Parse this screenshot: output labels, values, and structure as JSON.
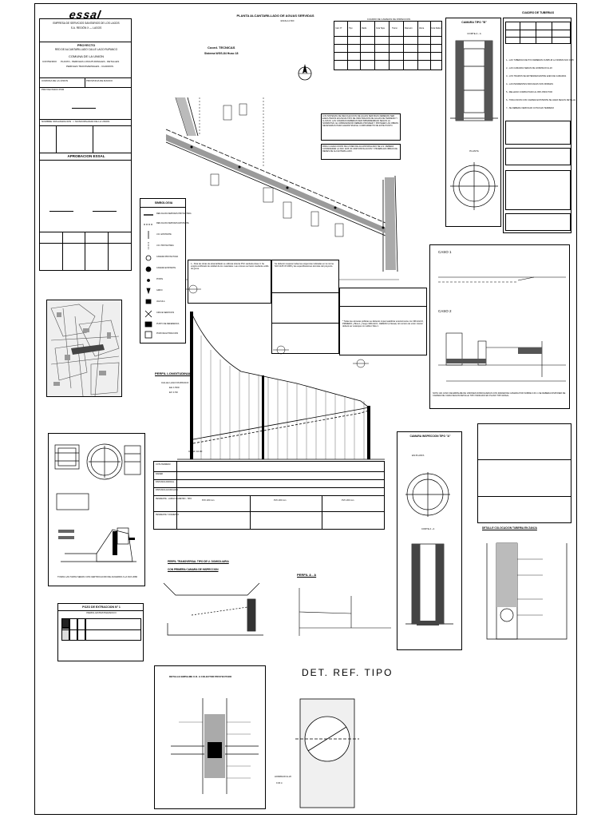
{
  "title_block": {
    "logo": "essal",
    "company_line_1": "EMPRESA DE SERVICIOS SANITARIOS DE LOS LAGOS",
    "company_line_2": "S.A. REGIÓN X — LAGOS",
    "proyecto_label": "PROYECTO",
    "proyecto_name": "RED DE ALCANTARILLADO CALLE LAGO RUPANCO",
    "comuna": "COMUNA DE LA UNION",
    "contenido_label": "CONTENIDO",
    "contenido_1": "PLANTA - PERFILES LONGITUDINALES - DETALLES",
    "contenido_2": "PERFILES TRANSVERSALES - CUADROS",
    "comuna_field": "COMUNA DE LA UNION",
    "provincia_field": "PROVINCIA DE RANCO",
    "proyectado_por": "PROYECTADO POR",
    "nombre_org": "NOMBRE ORGANIZACION : I. MUNICIPALIDAD DE LA UNION",
    "aprobacion": "APROBACION ESSAL"
  },
  "plan": {
    "title": "PLANTA ALCANTARILLADO DE AGUAS SERVIDAS",
    "subtitle": "ESCALA 1:500",
    "note_top": "Coord. TECNICAS",
    "note_sub": "Sistema WGS-84 Huso 18",
    "note_block": "LOS SISTEMAS DE RECOLECCION DE AGUAS SERVIDAS DEBERAN SER EJECUTADOS EN ZANJA TIPO DE INFILTRACION DE AGUAS DE TERRENO Y LLUVIAS. LAS CAMARAS DEBERAN SER IMPERMEABLES SEGUN LA NORMATIVA. EL URBANIZADOR DEBERA PROVEER Y PROVEER LAS OBRAS NECESARIAS PARA GARANTIZAR EL CUMPLIMIENTO DE ESTE PUNTO.",
    "note_block_2": "PARA LA EJECUCION DE LA RED DE ALCANTARILLADO SE A.S. DEBERA CONSIDERAR LA NCh 1105 OF 2008 INSTALACION Y PRUEBA EN OBRAS DE REDES DE ALCANTARILLADO."
  },
  "camaras_table": {
    "title": "CUADRO DE CAMARAS DE INSPECCION",
    "headers": [
      "Cam N°",
      "Tipo",
      "Radio",
      "Cota Tapa",
      "Tramo",
      "Diametro",
      "Altura",
      "Cota Radier"
    ]
  },
  "camara_b": {
    "title": "CAMARA TIPO \"B\"",
    "corte": "CORTE A - A",
    "planta": "PLANTA"
  },
  "tuberias": {
    "title": "CUADRO DE TUBERIAS",
    "notes": [
      "1.- LAS TUBERIAS DE PVC DEBERAN CUMPLIR LA NORMA NCh 1635",
      "2.- LAS CAMARAS SERAN DE HORMIGON H-20",
      "3.- LOS TRAMOS SE ENTIENDEN ENTRE EJES DE CAMARAS",
      "4.- LAS PENDIENTES INDICADAS SON MINIMAS",
      "5.- RELLENO COMPACTADO AL 95% PROCTOR",
      "6.- TODA UNION CON CAMARA EXISTENTE SE HARA SEGUN DETALLE",
      "7.- SE DEBERA VERIFICAR COTAS EN TERRENO"
    ]
  },
  "simbologia": {
    "title": "SIMBOLOGIA",
    "items": [
      "RED AGUAS SERVIDAS PROYECTADA",
      "RED AGUAS SERVIDAS EXISTENTE",
      "U.D. EXISTENTE",
      "U.D. PROYECTADA",
      "CAMARA PROYECTADA",
      "CAMARA EXISTENTE",
      "POSTE",
      "GRIFO",
      "VALVULA",
      "CRUCE SERVICIOS",
      "PUNTO DE REFERENCIA",
      "POZO DE EXTRACCION"
    ]
  },
  "notes_mid": {
    "n1": "1.- Para las obras de alcantarillado se utilizara tubería PVC sanitaria clase II. Se exigirá certificado de calidad de los materiales. Las uniones se harán mediante anillo de goma.",
    "n2": "Se deberán respetar todas las exigencias indicadas en la norma NCh 1105 Of 2008 y las especificaciones técnicas del proyecto.",
    "n3": "* Todas las cámaras públicas se deberán impermeabilizar exteriormente con 3M E ECO, PRIMERO y Brea 1 y luego 3MG ECO, CERESO (2 llanas). El mortero de unión interior deberá ser estanque con aditivo Sika 1."
  },
  "profile": {
    "title": "PERFIL LONGITUDINAL",
    "subtitle": "CALLE LAGO RUPANCO",
    "esc_h": "EH 1:500",
    "esc_v": "EV 1:50",
    "row_labels": [
      "COTA TERRENO",
      "RADIER",
      "DISTANCIA PARCIAL",
      "DISTANCIA ACUMULADA",
      "PENDIENTE - LARGO DIAMETRO - TIPO",
      "PENDIENTE Y DIAMETRO"
    ],
    "segments": [
      "PVC 200 mm",
      "PVC 200 mm",
      "PVC 200 mm"
    ],
    "cota_ref": "C.REF 10.00"
  },
  "caso": {
    "caso1": "CASO 1",
    "caso2": "CASO 2",
    "note": "NOTA: EN CASO DE EMPALME DE UNIONES DOMICILIARIAS CON RADIER DE CAMARA POR SOBRE 0.60 m SE DEBERA DISPONER DE CAMARA DE CAIDA SEGUN DETALLE TIPO INDICADO EN PLANO TIPO ESSAL."
  },
  "camara_a": {
    "title": "CAMARA INSPECCION TIPO \"A\"",
    "planta": "EN PLANTA",
    "corte": "CORTE A - A"
  },
  "detalle_colocacion": {
    "title": "DETALLE COLOCACION TUBERIA EN ZANJA"
  },
  "perfil_transversal": {
    "title_1": "PERFIL TRANSVERSAL TIPO DE U. DOMICILIARIA",
    "title_2": "CON PRIMERA CAMARA DE INSPECCION"
  },
  "perfil_aa": {
    "title": "PERFIL A - A"
  },
  "pozo": {
    "title": "POZO DE EXTRACCION N° 1",
    "subtitle": "PERFIL ESTRATIGRAFICO"
  },
  "empalme": {
    "title": "DETALLE EMPALME U.D. A COLECTOR PROYECTADO"
  },
  "det_ref": {
    "title": "DET. REF. TIPO",
    "label": "HORMIGON H-20",
    "dim": "0.40 m"
  },
  "tapa_note": "TODAS LAS TAPAS SERAN CON CERTIFICACION DE ACUERDO A LA NCh 2080"
}
